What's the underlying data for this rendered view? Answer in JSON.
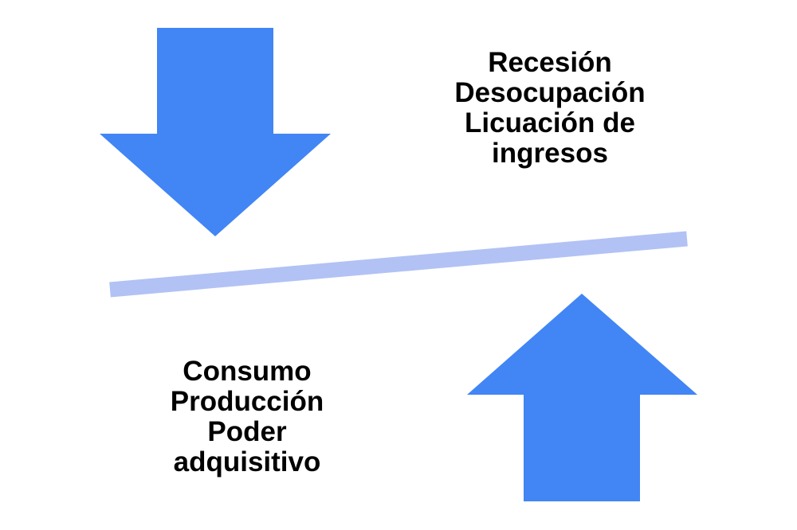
{
  "colors": {
    "background": "#ffffff",
    "arrow": "#4285f4",
    "balance_bar": "#b2c2f5",
    "text": "#000000"
  },
  "top_label": {
    "lines": [
      "Recesión",
      "Desocupación",
      "Licuación de",
      "ingresos"
    ]
  },
  "bottom_label": {
    "lines": [
      "Consumo",
      "Producción",
      "Poder",
      "adquisitivo"
    ]
  },
  "icons": {
    "down_arrow": "arrow-down-icon",
    "up_arrow": "arrow-up-icon"
  }
}
